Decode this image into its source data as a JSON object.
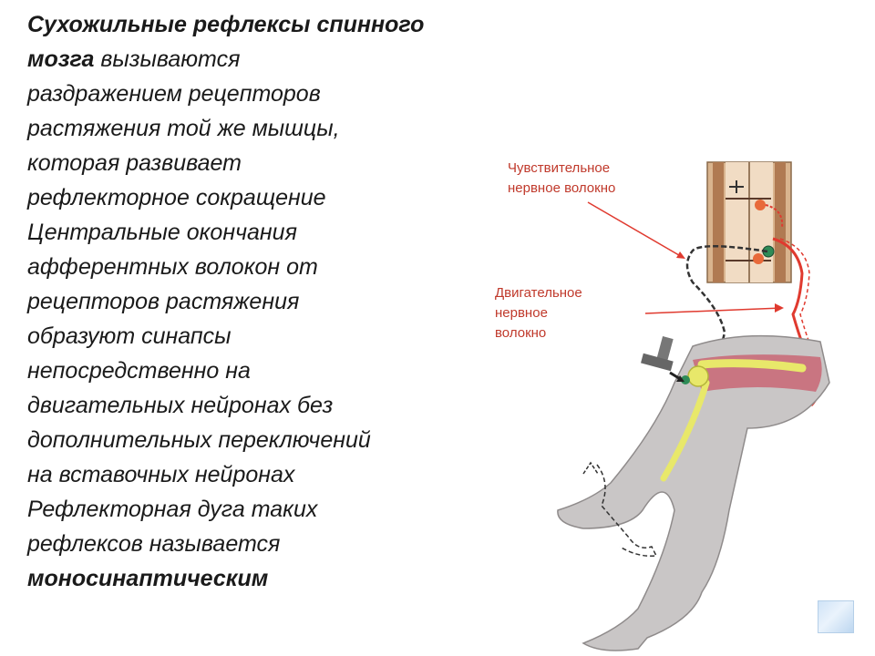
{
  "text": {
    "l1": "Сухожильные рефлексы спинного",
    "l2_bold": "мозга",
    "l2_rest": " вызываются",
    "l3": "раздражением рецепторов",
    "l4": "растяжения той же мышцы,",
    "l5": "которая развивает",
    "l6": "рефлекторное сокращение",
    "l7": "Центральные окончания",
    "l8": "афферентных волокон от",
    "l9": "рецепторов растяжения",
    "l10": "образуют синапсы",
    "l11": "непосредственно на",
    "l12": "двигательных нейронах без",
    "l13": "дополнительных переключений",
    "l14": "на вставочных нейронах",
    "l15": "Рефлекторная дуга таких",
    "l16": "рефлексов называется",
    "l17_bold": "моносинаптическим"
  },
  "labels": {
    "sensory_line1": "Чувствительное",
    "sensory_line2": "нервное волокно",
    "motor_line1": "Двигательное",
    "motor_line2": "нервное",
    "motor_line3": "волокно"
  },
  "colors": {
    "label_red": "#c0392b",
    "nerve_red": "#e03a2f",
    "skin": "#c9c6c6",
    "bone_yellow": "#e8e86a",
    "muscle": "#c85a6a"
  },
  "icons": [
    "reflex-hammer-icon",
    "spinal-cord-segment",
    "leg-illustration",
    "slide-corner-icon"
  ]
}
